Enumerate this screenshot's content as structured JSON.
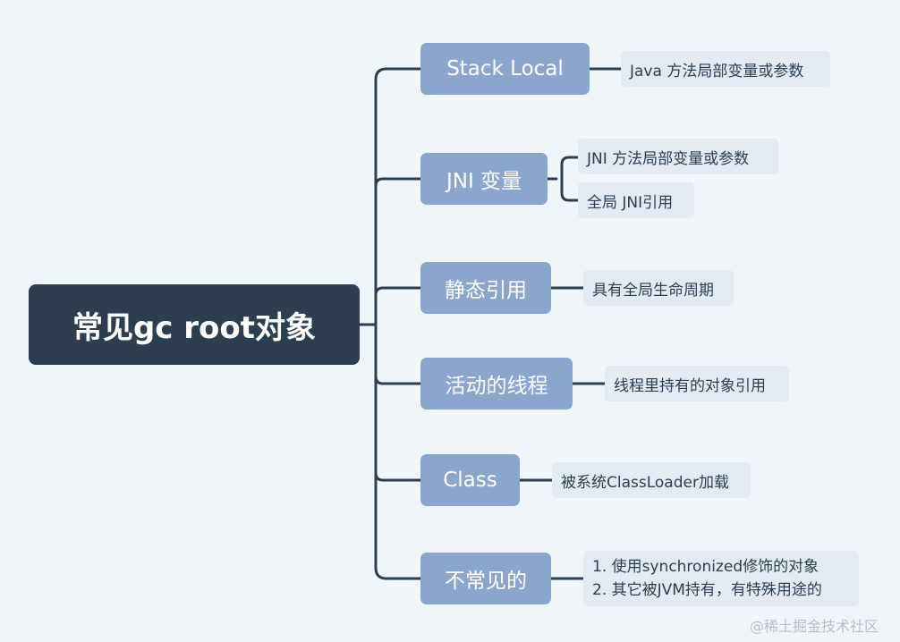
{
  "root": {
    "label": "常见gc root对象"
  },
  "branches": [
    {
      "label": "Stack Local",
      "details": [
        "Java 方法局部变量或参数"
      ]
    },
    {
      "label": "JNI 变量",
      "details": [
        "JNI 方法局部变量或参数",
        "全局 JNI引用"
      ]
    },
    {
      "label": "静态引用",
      "details": [
        "具有全局生命周期"
      ]
    },
    {
      "label": "活动的线程",
      "details": [
        "线程里持有的对象引用"
      ]
    },
    {
      "label": "Class",
      "details": [
        "被系统ClassLoader加载"
      ]
    },
    {
      "label": "不常见的",
      "details": [
        "1. 使用synchronized修饰的对象",
        "2. 其它被JVM持有，有特殊用途的"
      ]
    }
  ],
  "watermark": "@稀土掘金技术社区",
  "colors": {
    "background": "#f0f5fa",
    "root_fill": "#2c3e50",
    "branch_fill": "#8aa6cc",
    "leaf_fill": "#e3eaf2",
    "connector": "#2c3e50"
  }
}
